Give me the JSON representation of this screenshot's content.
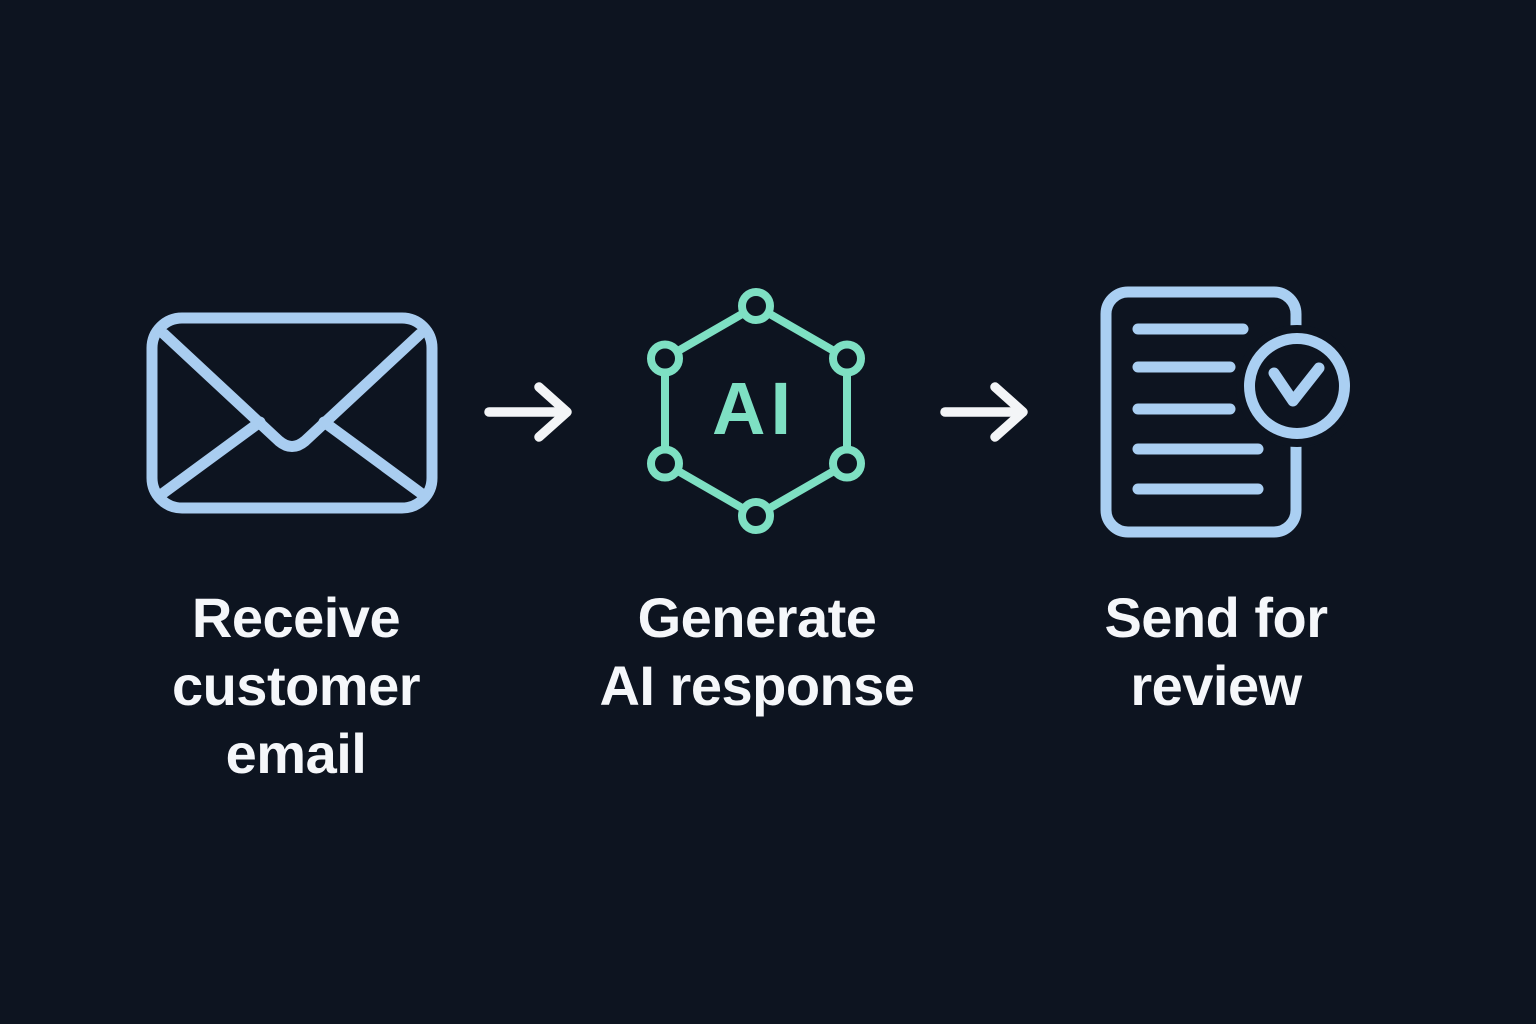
{
  "colors": {
    "background": "#0d1420",
    "envelope_blue": "#a9cdf0",
    "ai_teal": "#7ee0c3",
    "document_blue": "#aacff2",
    "arrow_white": "#f3f5f7",
    "label_white": "#f5f7fa"
  },
  "steps": [
    {
      "name": "receive-customer-email",
      "icon": "envelope-icon",
      "lines": [
        "Receive",
        "customer",
        "email"
      ]
    },
    {
      "name": "generate-ai-response",
      "icon": "ai-network-hexagon-icon",
      "icon_label": "AI",
      "lines": [
        "Generate",
        "AI response"
      ]
    },
    {
      "name": "send-for-review",
      "icon": "document-check-icon",
      "lines": [
        "Send for",
        "review"
      ]
    }
  ],
  "connectors": {
    "icon": "arrow-right-icon",
    "count": 2
  }
}
